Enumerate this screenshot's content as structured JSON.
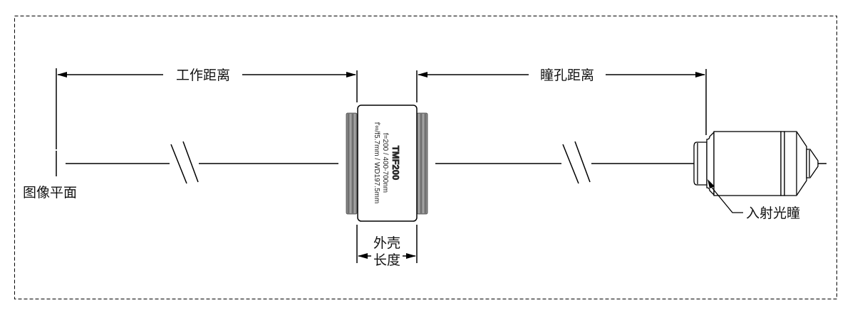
{
  "diagram": {
    "labels": {
      "working_distance": "工作距离",
      "pupil_distance": "瞳孔距离",
      "image_plane": "图像平面",
      "housing_length_line1": "外壳",
      "housing_length_line2": "长度",
      "entrance_pupil": "入射光瞳"
    },
    "tube_lens": {
      "model": "TMF200",
      "spec_line1": "f=200 / 400-700nm",
      "spec_line2": "f'∞/f5.7mm / WD197.5mm"
    },
    "colors": {
      "line": "#000000",
      "thread": "#777777",
      "background": "#ffffff"
    }
  }
}
